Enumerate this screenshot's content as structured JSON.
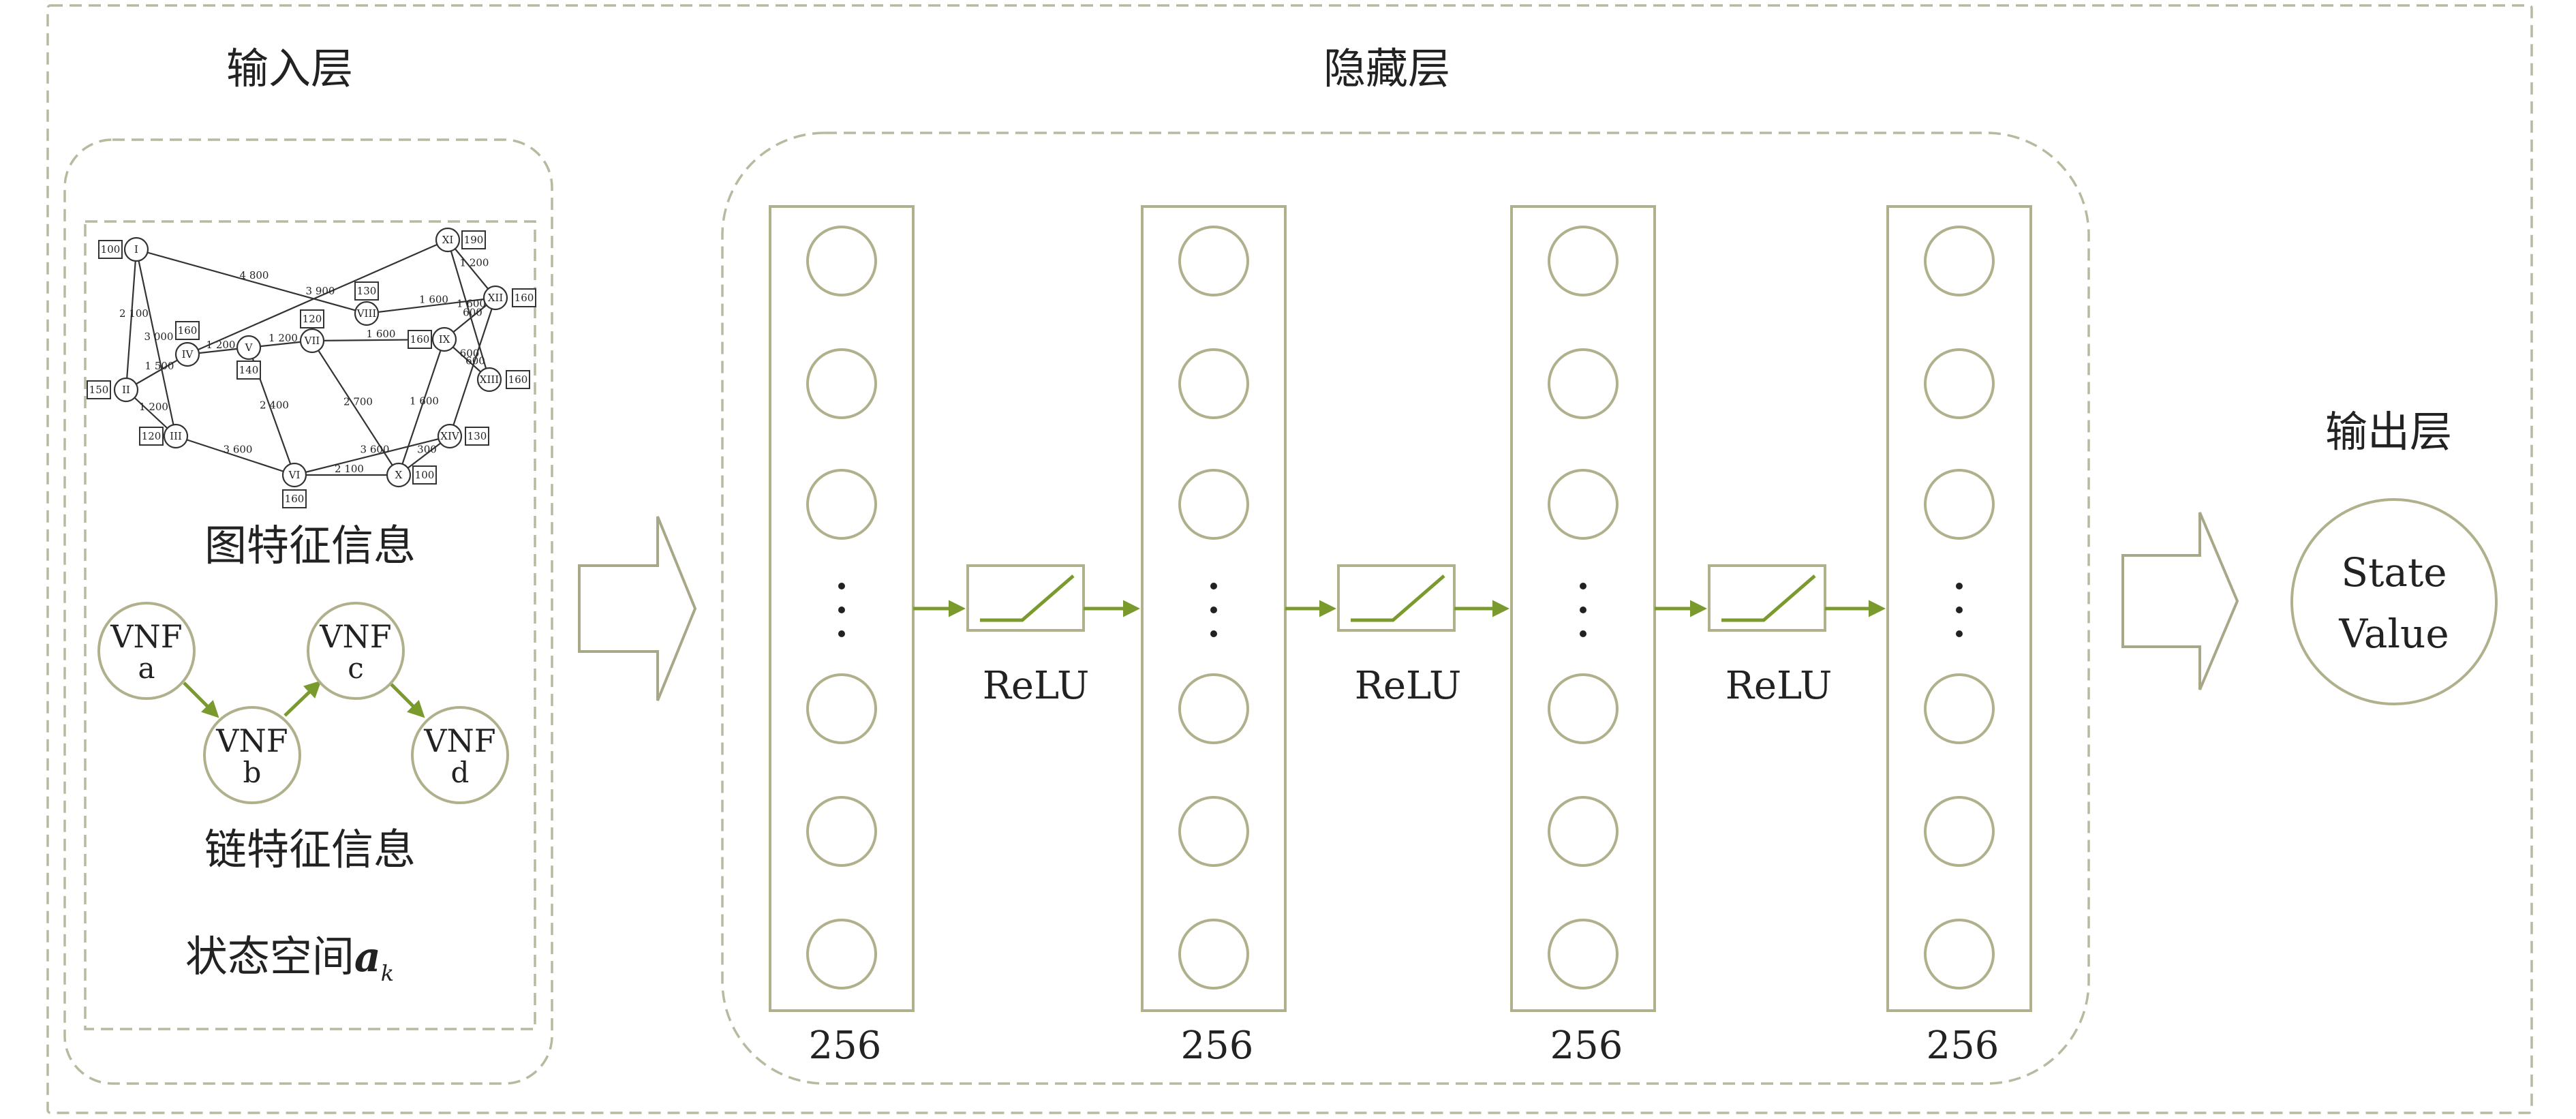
{
  "labels": {
    "input_layer": "输入层",
    "hidden_layer": "隐藏层",
    "output_layer": "输出层",
    "graph_features": "图特征信息",
    "chain_features": "链特征信息",
    "state_space": "状态空间",
    "state_symbol": "a",
    "state_subscript": "k"
  },
  "hidden_layers": [
    {
      "units": "256"
    },
    {
      "units": "256"
    },
    {
      "units": "256"
    },
    {
      "units": "256"
    }
  ],
  "activations": [
    "ReLU",
    "ReLU",
    "ReLU"
  ],
  "output": {
    "line1": "State",
    "line2": "Value"
  },
  "vnf_chain": [
    {
      "line1": "VNF",
      "line2": "a"
    },
    {
      "line1": "VNF",
      "line2": "b"
    },
    {
      "line1": "VNF",
      "line2": "c"
    },
    {
      "line1": "VNF",
      "line2": "d"
    }
  ],
  "topology": {
    "nodes": [
      {
        "id": "I",
        "box": "100"
      },
      {
        "id": "II",
        "box": "150"
      },
      {
        "id": "III",
        "box": "120"
      },
      {
        "id": "IV",
        "box": "160"
      },
      {
        "id": "V",
        "box": "140"
      },
      {
        "id": "VI",
        "box": "160"
      },
      {
        "id": "VII",
        "box": "120"
      },
      {
        "id": "VIII",
        "box": "130"
      },
      {
        "id": "IX",
        "box": "160"
      },
      {
        "id": "X",
        "box": "100"
      },
      {
        "id": "XI",
        "box": "190"
      },
      {
        "id": "XII",
        "box": "160"
      },
      {
        "id": "XIII",
        "box": "160"
      },
      {
        "id": "XIV",
        "box": "130"
      }
    ],
    "edges": [
      {
        "from": "I",
        "to": "VIII",
        "label": "4 800"
      },
      {
        "from": "I",
        "to": "II",
        "label": "2 100"
      },
      {
        "from": "I",
        "to": "III",
        "label": "3 000"
      },
      {
        "from": "II",
        "to": "IV",
        "label": "1 500"
      },
      {
        "from": "II",
        "to": "III",
        "label": "1 200"
      },
      {
        "from": "III",
        "to": "VI",
        "label": "3 600"
      },
      {
        "from": "IV",
        "to": "V",
        "label": "1 200"
      },
      {
        "from": "IV",
        "to": "XI",
        "label": "3 900"
      },
      {
        "from": "V",
        "to": "VII",
        "label": "1 200"
      },
      {
        "from": "V",
        "to": "VI",
        "label": "2 400"
      },
      {
        "from": "VII",
        "to": "IX",
        "label": "1 600"
      },
      {
        "from": "VII",
        "to": "X",
        "label": "2 700"
      },
      {
        "from": "VIII",
        "to": "XII",
        "label": "1 600"
      },
      {
        "from": "IX",
        "to": "X",
        "label": "1 600"
      },
      {
        "from": "IX",
        "to": "XII",
        "label": "600"
      },
      {
        "from": "IX",
        "to": "XIII",
        "label": "600"
      },
      {
        "from": "XI",
        "to": "XII",
        "label": "1 200"
      },
      {
        "from": "XI",
        "to": "XIII",
        "label": "1 600"
      },
      {
        "from": "XII",
        "to": "XIV",
        "label": "600"
      },
      {
        "from": "XIV",
        "to": "X",
        "label": "300"
      },
      {
        "from": "VI",
        "to": "X",
        "label": "2 100"
      },
      {
        "from": "VI",
        "to": "XIV",
        "label": "3 600"
      }
    ]
  }
}
